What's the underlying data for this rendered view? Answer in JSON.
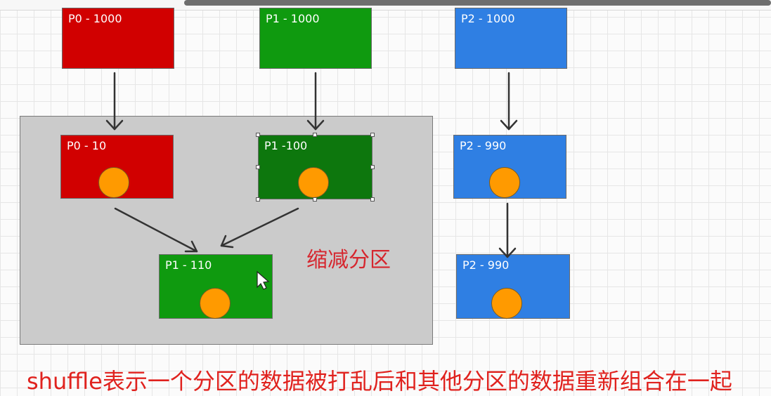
{
  "partitions": {
    "p0_source": "P0 - 1000",
    "p1_source": "P1 - 1000",
    "p2_source": "P2 - 1000",
    "p0_reduced": "P0 - 10",
    "p1_reduced": "P1 -100",
    "p2_middle": "P2 - 990",
    "p1_merged": "P1 - 110",
    "p2_final": "P2 - 990"
  },
  "group_label": "缩减分区",
  "caption": "shuffle表示一个分区的数据被打乱后和其他分区的数据重新组合在一起",
  "colors": {
    "red": "#d10000",
    "green": "#0f9a0f",
    "dark_green": "#0d770d",
    "blue": "#2f7fe3",
    "dot": "#ff9a00",
    "label_red": "#d6262e"
  }
}
